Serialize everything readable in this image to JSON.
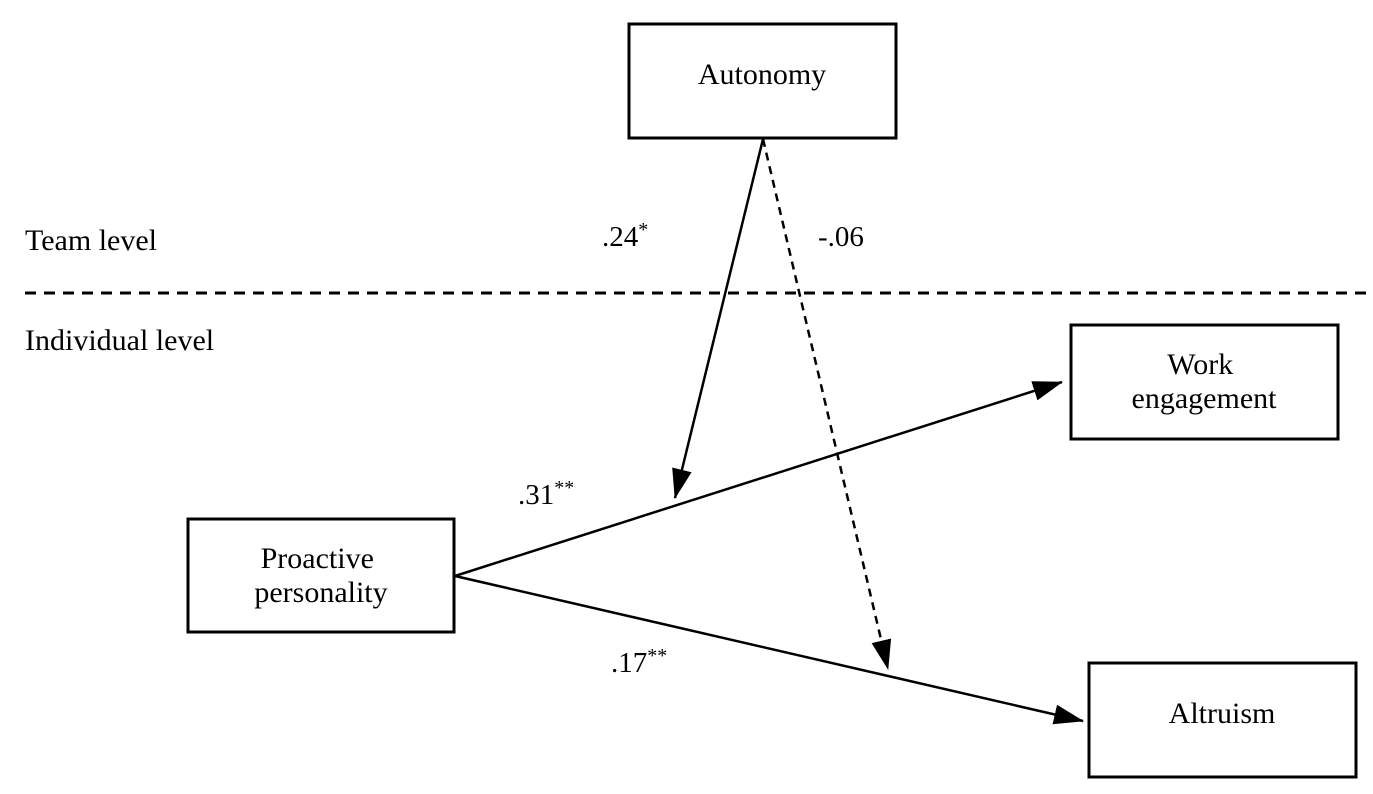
{
  "levels": {
    "team": "Team level",
    "individual": "Individual level"
  },
  "nodes": {
    "autonomy": "Autonomy",
    "work_engagement": [
      "Work",
      "engagement"
    ],
    "proactive_personality": [
      "Proactive",
      "personality"
    ],
    "altruism": "Altruism"
  },
  "paths": {
    "autonomy_moderation_engagement": {
      "value": ".24",
      "sig": "*",
      "style": "solid"
    },
    "autonomy_moderation_altruism": {
      "value": "-.06",
      "sig": "",
      "style": "dashed"
    },
    "proactive_to_engagement": {
      "value": ".31",
      "sig": "**",
      "style": "solid"
    },
    "proactive_to_altruism": {
      "value": ".17",
      "sig": "**",
      "style": "solid"
    }
  }
}
